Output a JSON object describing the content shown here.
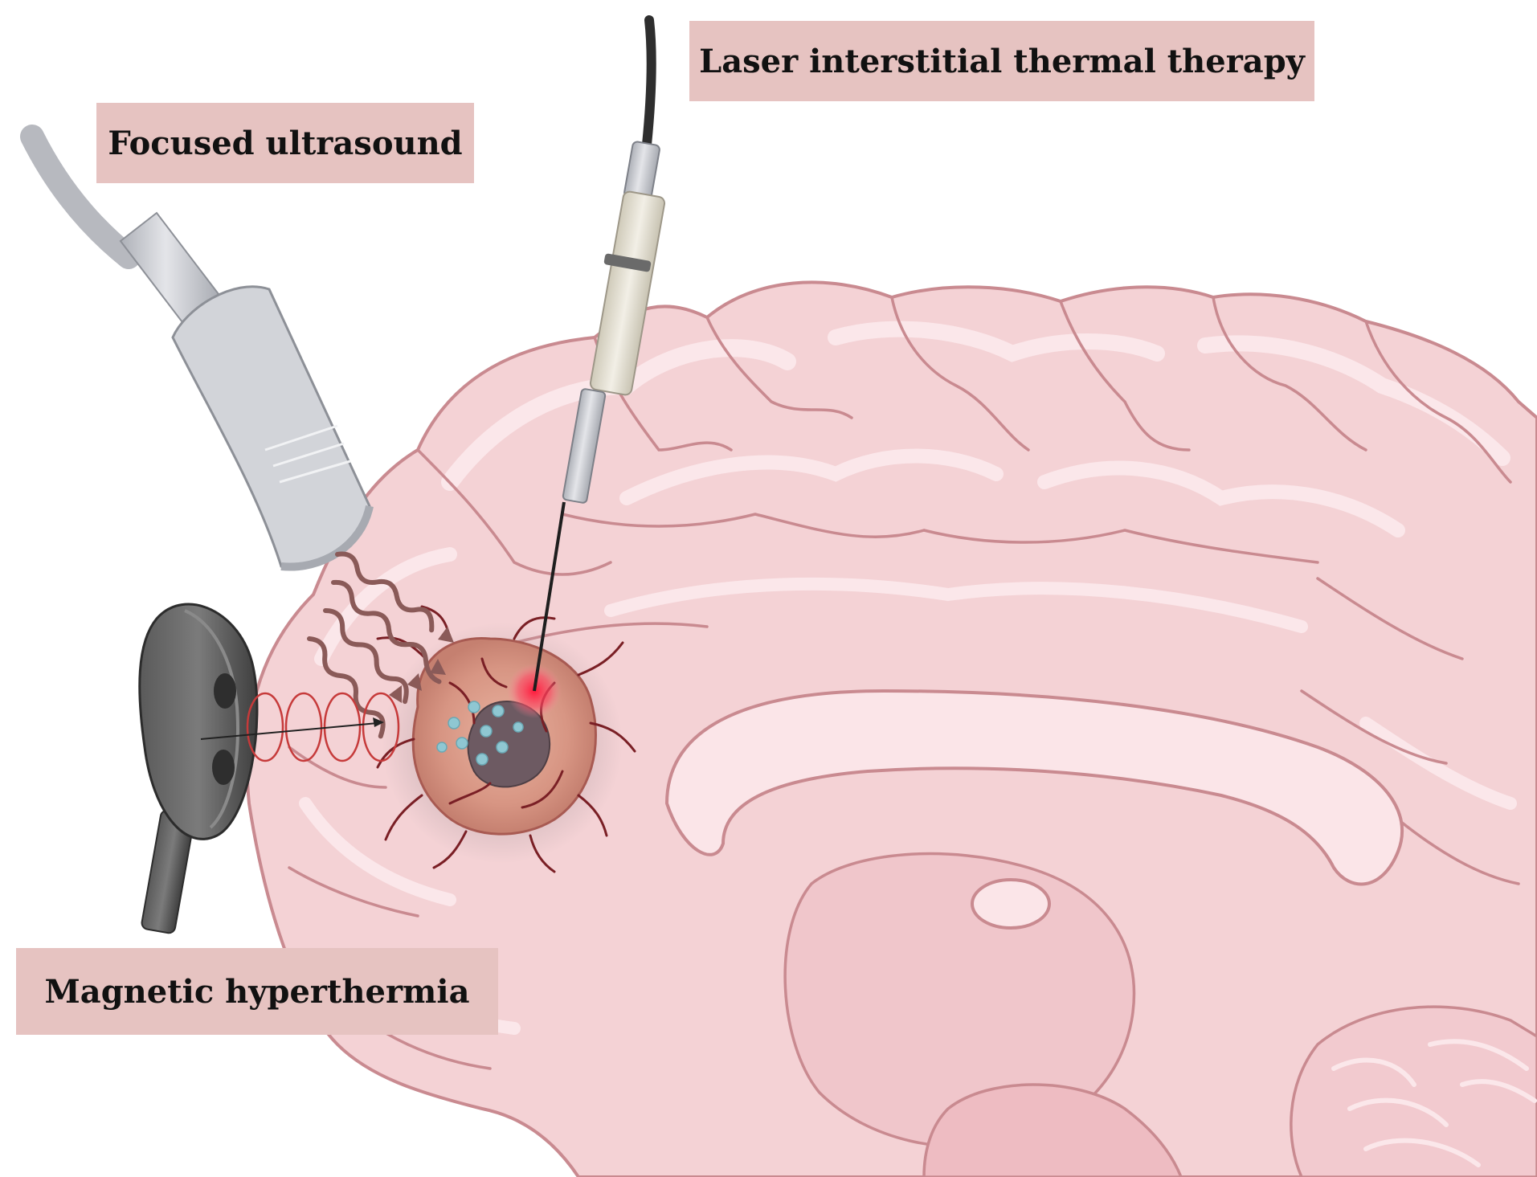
{
  "labels": {
    "laser": "Laser interstitial thermal therapy",
    "ultrasound": "Focused ultrasound",
    "magnetic": "Magnetic hyperthermia"
  },
  "colors": {
    "label_bg": "#e6c3c1",
    "brain_fill": "#f4d2d5",
    "brain_outline": "#c98a90",
    "gyrus_highlight": "#fbe7ea",
    "tumor": "#d99886",
    "vessel": "#7a1f25",
    "laser_tip": "#ff2a4a",
    "nanoparticle": "#8fc7d2",
    "probe_grey": "#c9cbd1",
    "coil_dark": "#4a4a4a",
    "wave_arrow": "#8a5a58"
  }
}
